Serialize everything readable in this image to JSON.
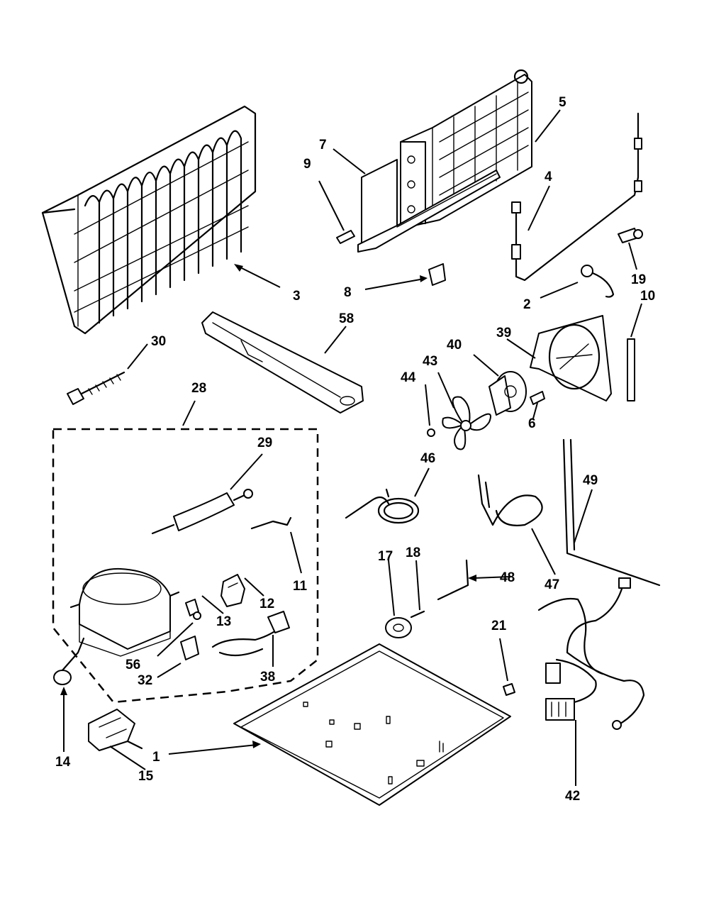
{
  "labels": {
    "p1": "1",
    "p2": "2",
    "p3": "3",
    "p4": "4",
    "p5": "5",
    "p6": "6",
    "p7": "7",
    "p8": "8",
    "p9": "9",
    "p10": "10",
    "p11": "11",
    "p12": "12",
    "p13": "13",
    "p14": "14",
    "p15": "15",
    "p17": "17",
    "p18": "18",
    "p19": "19",
    "p21": "21",
    "p28": "28",
    "p29": "29",
    "p30": "30",
    "p32": "32",
    "p38": "38",
    "p39": "39",
    "p40": "40",
    "p42": "42",
    "p43": "43",
    "p44": "44",
    "p46": "46",
    "p47": "47",
    "p48": "48",
    "p49": "49",
    "p56": "56",
    "p58": "58"
  }
}
